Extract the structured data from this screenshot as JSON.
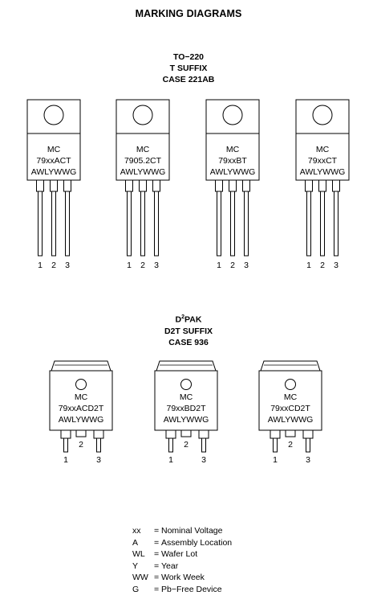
{
  "title": "MARKING DIAGRAMS",
  "to220": {
    "package": "TO−220",
    "suffix": "T SUFFIX",
    "case": "CASE 221AB",
    "parts": [
      {
        "line1": "MC",
        "line2": "79xxACT",
        "line3": "AWLYWWG"
      },
      {
        "line1": "MC",
        "line2": "7905.2CT",
        "line3": "AWLYWWG"
      },
      {
        "line1": "MC",
        "line2": "79xxBT",
        "line3": "AWLYWWG"
      },
      {
        "line1": "MC",
        "line2": "79xxCT",
        "line3": "AWLYWWG"
      }
    ],
    "pins": [
      "1",
      "2",
      "3"
    ]
  },
  "d2pak": {
    "package_main": "D",
    "package_sup": "2",
    "package_tail": "PAK",
    "suffix": "D2T SUFFIX",
    "case": "CASE 936",
    "parts": [
      {
        "line1": "MC",
        "line2": "79xxACD2T",
        "line3": "AWLYWWG"
      },
      {
        "line1": "MC",
        "line2": "79xxBD2T",
        "line3": "AWLYWWG"
      },
      {
        "line1": "MC",
        "line2": "79xxCD2T",
        "line3": "AWLYWWG"
      }
    ],
    "pins": [
      "1",
      "2",
      "3"
    ]
  },
  "legend": [
    {
      "symbol": "xx",
      "eq": "=",
      "meaning": "Nominal Voltage"
    },
    {
      "symbol": "A",
      "eq": "=",
      "meaning": "Assembly Location"
    },
    {
      "symbol": "WL",
      "eq": "=",
      "meaning": "Wafer Lot"
    },
    {
      "symbol": "Y",
      "eq": "=",
      "meaning": "Year"
    },
    {
      "symbol": "WW",
      "eq": "=",
      "meaning": "Work Week"
    },
    {
      "symbol": "G",
      "eq": "=",
      "meaning": "Pb−Free Device"
    }
  ]
}
